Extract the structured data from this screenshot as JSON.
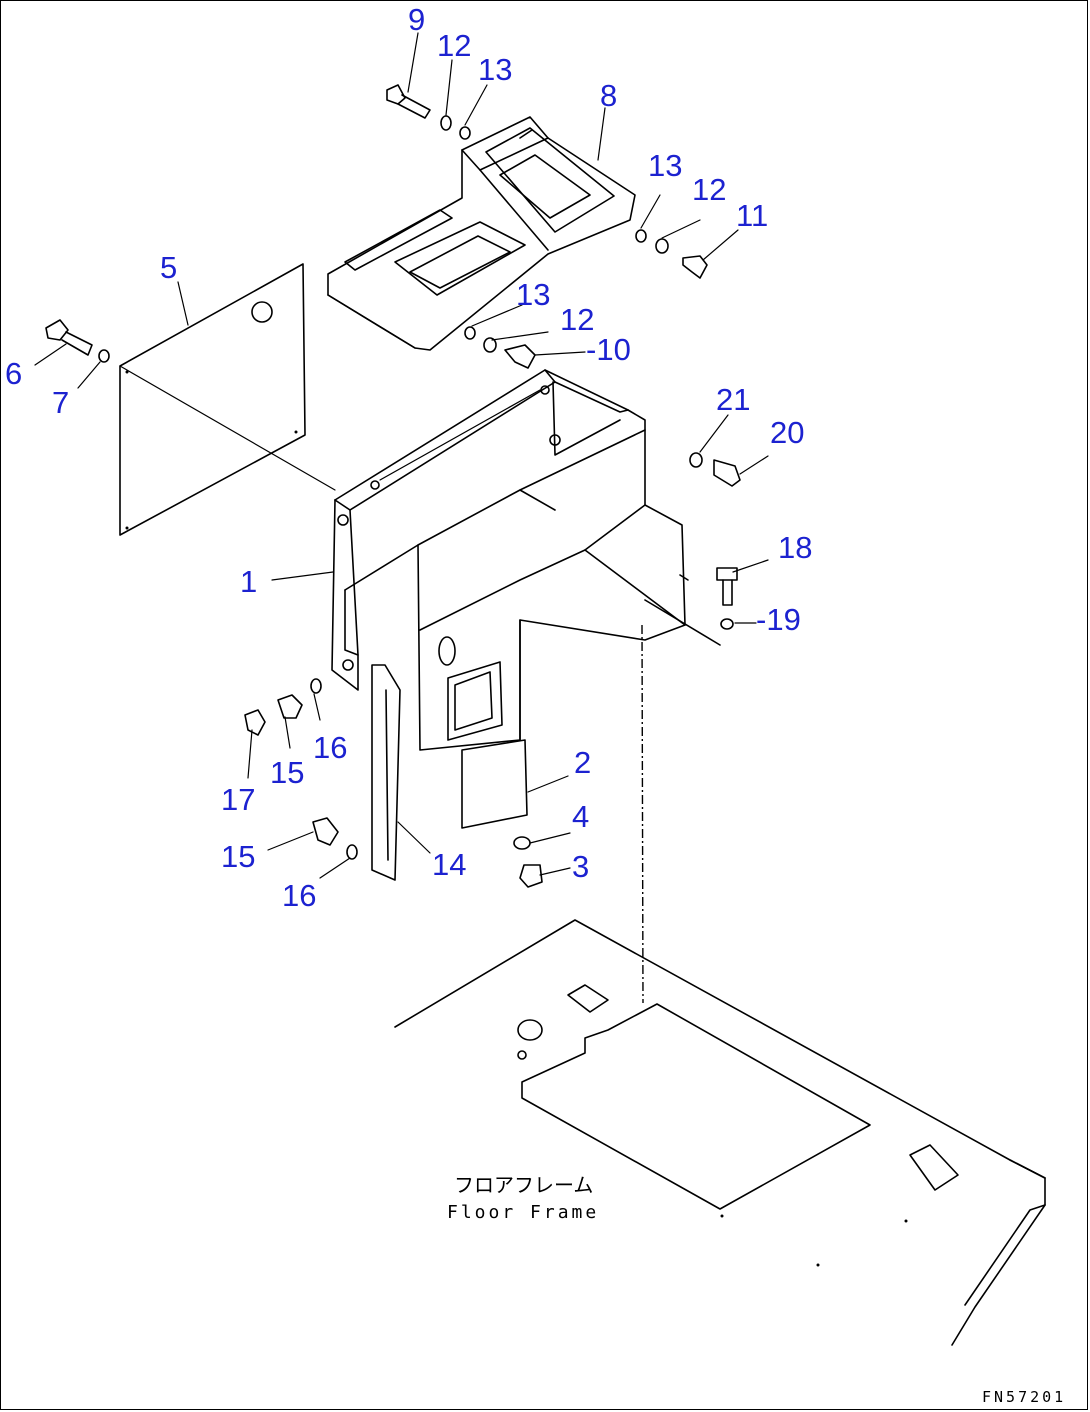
{
  "drawing": {
    "callouts": [
      {
        "id": "c9",
        "text": "9"
      },
      {
        "id": "c12a",
        "text": "12"
      },
      {
        "id": "c13a",
        "text": "13"
      },
      {
        "id": "c8",
        "text": "8"
      },
      {
        "id": "c13b",
        "text": "13"
      },
      {
        "id": "c12b",
        "text": "12"
      },
      {
        "id": "c11",
        "text": "11"
      },
      {
        "id": "c5",
        "text": "5"
      },
      {
        "id": "c13c",
        "text": "13"
      },
      {
        "id": "c12c",
        "text": "12"
      },
      {
        "id": "c10",
        "text": "-10"
      },
      {
        "id": "c6",
        "text": "6"
      },
      {
        "id": "c7",
        "text": "7"
      },
      {
        "id": "c21",
        "text": "21"
      },
      {
        "id": "c20",
        "text": "20"
      },
      {
        "id": "c18",
        "text": "18"
      },
      {
        "id": "c1",
        "text": "1"
      },
      {
        "id": "c19",
        "text": "-19"
      },
      {
        "id": "c2",
        "text": "2"
      },
      {
        "id": "c16a",
        "text": "16"
      },
      {
        "id": "c15a",
        "text": "15"
      },
      {
        "id": "c17",
        "text": "17"
      },
      {
        "id": "c4",
        "text": "4"
      },
      {
        "id": "c3",
        "text": "3"
      },
      {
        "id": "c15b",
        "text": "15"
      },
      {
        "id": "c14",
        "text": "14"
      },
      {
        "id": "c16b",
        "text": "16"
      }
    ],
    "floor_label_jp": "フロアフレーム",
    "floor_label_en": "Floor Frame",
    "drawing_code": "FN57201"
  }
}
